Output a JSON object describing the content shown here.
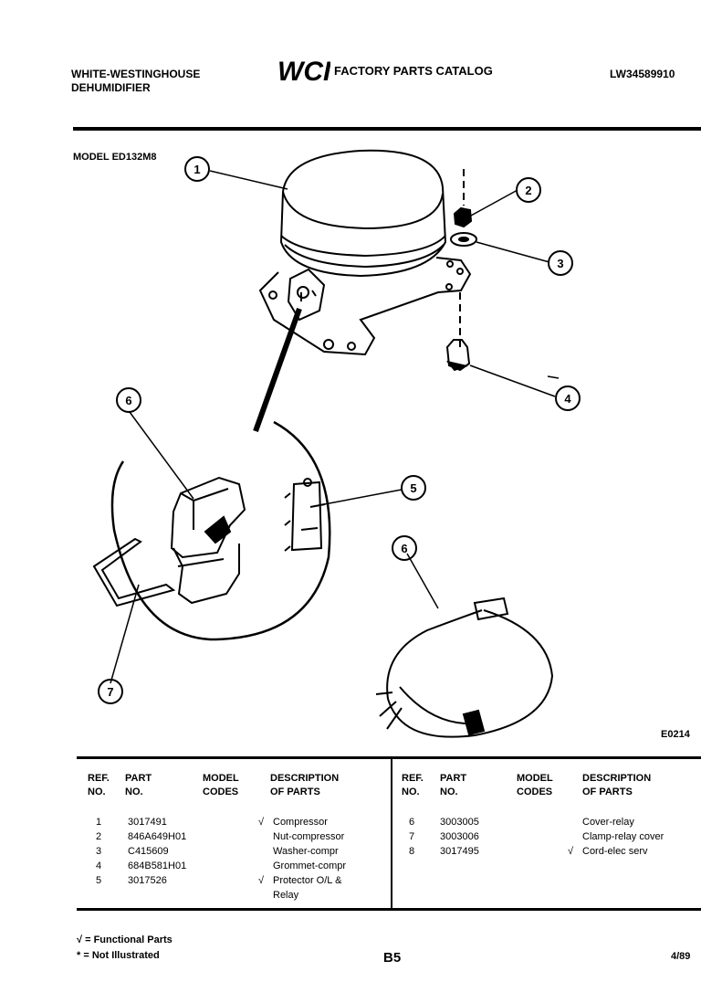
{
  "header": {
    "brand_line1": "WHITE-WESTINGHOUSE",
    "brand_line2": "DEHUMIDIFIER",
    "logo_text": "WCI",
    "catalog_title": "FACTORY PARTS CATALOG",
    "catalog_number": "LW34589910"
  },
  "model_label": "MODEL ED132M8",
  "diagram": {
    "code": "E0214",
    "callouts": [
      "1",
      "2",
      "3",
      "4",
      "5",
      "6",
      "6",
      "7"
    ]
  },
  "table": {
    "headers": {
      "ref": [
        "REF.",
        "NO."
      ],
      "part": [
        "PART",
        "NO."
      ],
      "model": [
        "MODEL",
        "CODES"
      ],
      "description": [
        "DESCRIPTION",
        "OF PARTS"
      ]
    },
    "left_rows": [
      {
        "ref": "1",
        "part": "3017491",
        "code": "√",
        "desc": "Compressor"
      },
      {
        "ref": "2",
        "part": "846A649H01",
        "code": "",
        "desc": "Nut-compressor"
      },
      {
        "ref": "3",
        "part": "C415609",
        "code": "",
        "desc": "Washer-compr"
      },
      {
        "ref": "4",
        "part": "684B581H01",
        "code": "",
        "desc": "Grommet-compr"
      },
      {
        "ref": "5",
        "part": "3017526",
        "code": "√",
        "desc": "Protector O/L &",
        "desc2": "Relay"
      }
    ],
    "right_rows": [
      {
        "ref": "6",
        "part": "3003005",
        "code": "",
        "desc": "Cover-relay"
      },
      {
        "ref": "7",
        "part": "3003006",
        "code": "",
        "desc": "Clamp-relay cover"
      },
      {
        "ref": "8",
        "part": "3017495",
        "code": "√",
        "desc": "Cord-elec serv"
      }
    ]
  },
  "footer": {
    "legend_functional": "√ = Functional Parts",
    "legend_not_illustrated": "* = Not Illustrated",
    "page": "B5",
    "date": "4/89"
  }
}
